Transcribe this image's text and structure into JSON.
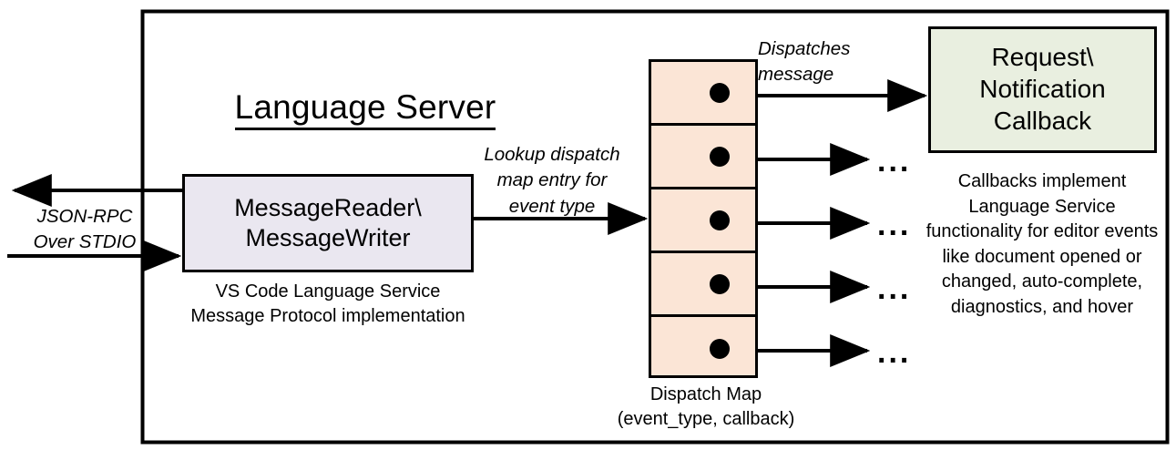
{
  "diagram": {
    "container": {
      "title": "Language Server"
    },
    "reader_box": {
      "label": "MessageReader\\\nMessageWriter",
      "caption": "VS Code Language Service\nMessage Protocol implementation",
      "fill": "#eae7f0"
    },
    "callback_box": {
      "label": "Request\\\nNotification\nCallback",
      "caption": "Callbacks implement Language Service functionality for editor events like document opened or changed, auto-complete, diagnostics, and hover",
      "fill": "#e9efe0"
    },
    "dispatch_map": {
      "caption": "Dispatch Map\n(event_type, callback)",
      "fill": "#fbe5d6",
      "row_count": 5,
      "rows": [
        {
          "id": "row-1",
          "target": "Request\\Notification Callback"
        },
        {
          "id": "row-2",
          "target": "..."
        },
        {
          "id": "row-3",
          "target": "..."
        },
        {
          "id": "row-4",
          "target": "..."
        },
        {
          "id": "row-5",
          "target": "..."
        }
      ],
      "ellipsis": "..."
    },
    "labels": {
      "jsonrpc": "JSON-RPC\nOver STDIO",
      "lookup": "Lookup dispatch\nmap entry for\nevent type",
      "dispatches": "Dispatches\nmessage"
    },
    "colors": {
      "stroke": "#000000",
      "background": "#ffffff",
      "lavender": "#eae7f0",
      "green": "#e9efe0",
      "peach": "#fbe5d6"
    }
  }
}
